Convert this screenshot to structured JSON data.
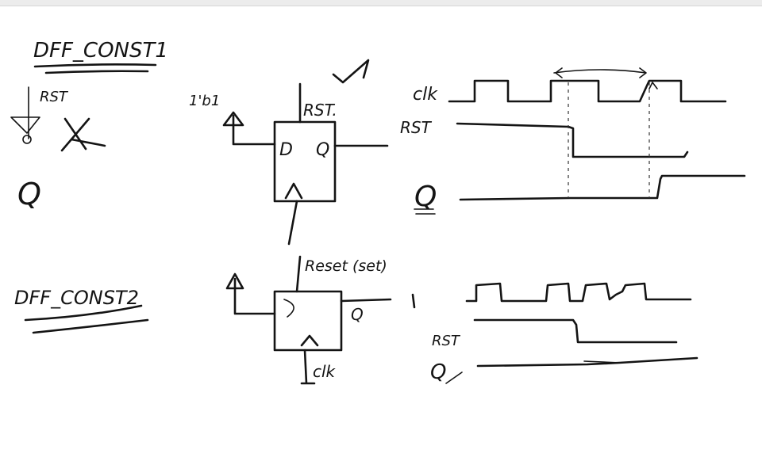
{
  "titles": {
    "const1": "DFF_CONST1",
    "const2": "DFF_CONST2"
  },
  "labels": {
    "rst_left": "RST",
    "q_left": "Q",
    "one_b1": "1'b1",
    "rst_top": "RST.",
    "d_pin": "D",
    "q_pin": "Q",
    "clk_wave": "clk",
    "rst_wave": "RST",
    "q_wave": "Q",
    "reset_set": "Reset (set)",
    "q_pin2": "Q",
    "rst_wave2": "RST",
    "q_wave2": "Q",
    "clk_bottom": "clk"
  }
}
